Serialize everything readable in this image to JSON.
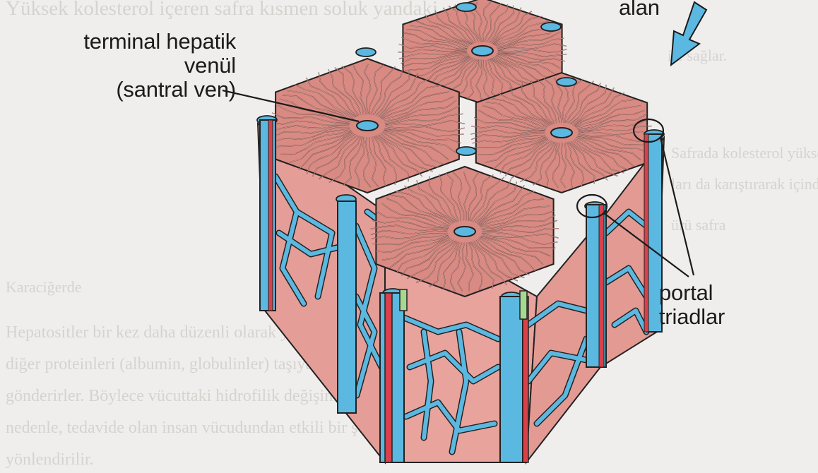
{
  "labels": {
    "central_vein": [
      "terminal hepatik",
      "venül",
      "(santral ven)"
    ],
    "portal_area": "alan",
    "portal_triads": [
      "portal",
      "triadlar"
    ]
  },
  "background_text": [
    "Yüksek kolesterol içeren safra kısmen soluk yandaki",
    "ile sağlar.",
    "Safrada kolesterol yüksek, ayrıca safra tuzları,",
    "ları da karıştırarak içindeki hemoglobin yıkım",
    "ürü safra",
    "Karaciğerde",
    "Hepatositler bir kez daha düzenli olarak yabancı olan",
    "diğer proteinleri (albumin, globulinler) taşıyarak",
    "gönderirler. Böylece vücuttaki hidrofilik değişim. Bu",
    "nedenle, tedavide olan insan vücudundan etkili bir şekilde",
    "yönlendirilir."
  ],
  "colors": {
    "parenchyma": "#e59d97",
    "lobule_top": "#d98a82",
    "vessel": "#5bb8e0",
    "artery": "#d9404a",
    "bile_duct": "#a7d890",
    "outline": "#222222"
  }
}
